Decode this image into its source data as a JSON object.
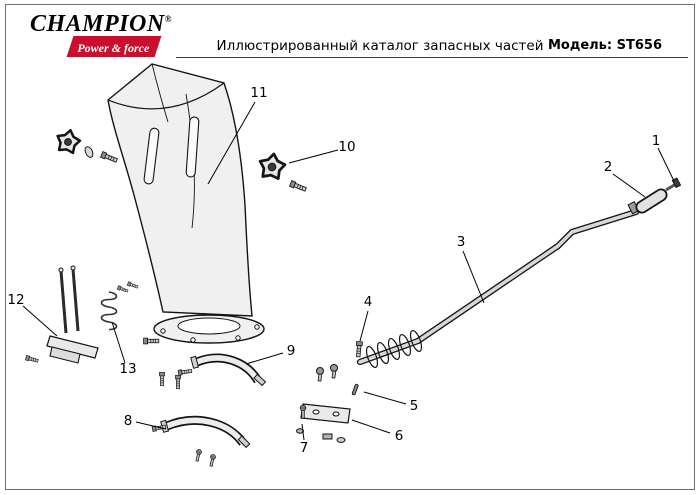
{
  "header": {
    "brand": "CHAMPION",
    "trademark": "®",
    "tagline": "Power & force",
    "title": "Иллюстрированный каталог запасных частей",
    "model": "Модель: ST656"
  },
  "colors": {
    "banner_red": "#c8102e",
    "line_art": "#141414",
    "part_fill": "#f0f0f0"
  },
  "diagram": {
    "callouts": [
      "1",
      "2",
      "3",
      "4",
      "5",
      "6",
      "7",
      "8",
      "9",
      "10",
      "11",
      "12",
      "13"
    ]
  }
}
